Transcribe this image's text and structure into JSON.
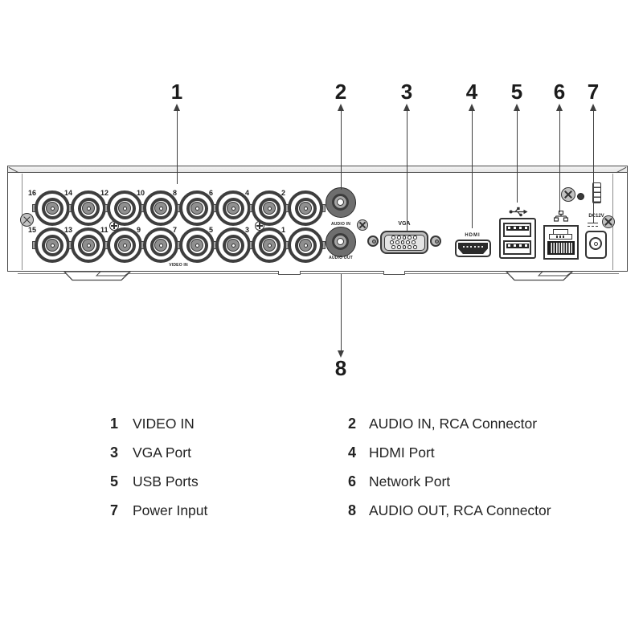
{
  "figure": {
    "kind": "device-rear-panel-diagram",
    "background": "#ffffff"
  },
  "callouts": {
    "numbers": [
      "1",
      "2",
      "3",
      "4",
      "5",
      "6",
      "7",
      "8"
    ]
  },
  "panel": {
    "bnc_top_labels": [
      "16",
      "14",
      "12",
      "10",
      "8",
      "6",
      "4",
      "2"
    ],
    "bnc_bottom_labels": [
      "15",
      "13",
      "11",
      "9",
      "7",
      "5",
      "3",
      "1"
    ],
    "video_in_label": "VIDEO IN",
    "audio_in_label": "AUDIO IN",
    "audio_out_label": "AUDIO OUT",
    "vga_label": "VGA",
    "hdmi_label": "HDMI",
    "dc_label": "DC12V"
  },
  "legend": {
    "items": [
      {
        "num": "1",
        "label": "VIDEO IN"
      },
      {
        "num": "2",
        "label": "AUDIO IN, RCA Connector"
      },
      {
        "num": "3",
        "label": "VGA Port"
      },
      {
        "num": "4",
        "label": "HDMI Port"
      },
      {
        "num": "5",
        "label": "USB Ports"
      },
      {
        "num": "6",
        "label": "Network Port"
      },
      {
        "num": "7",
        "label": "Power Input"
      },
      {
        "num": "8",
        "label": "AUDIO OUT, RCA Connector"
      }
    ]
  },
  "icons": {
    "usb": "usb-trident-icon",
    "network": "lan-icon",
    "polarity": "dc-polarity-icon"
  },
  "colors": {
    "line_art": "#3f3f3f",
    "text": "#222222",
    "metal_gray": "#8f8f8f"
  }
}
